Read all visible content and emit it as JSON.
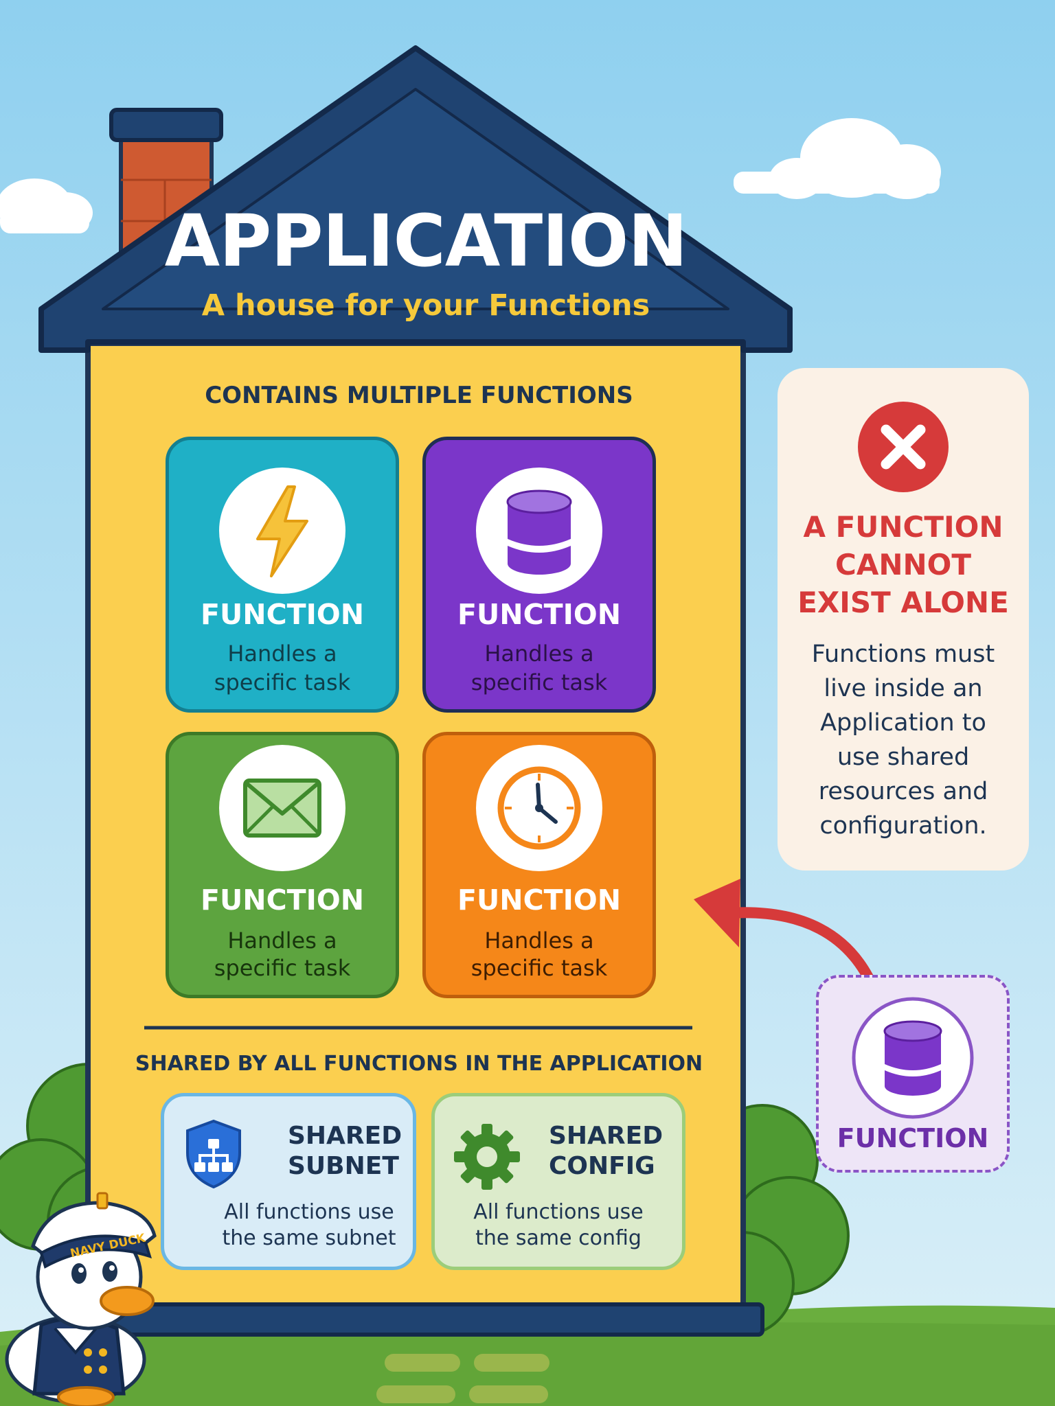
{
  "header": {
    "title": "APPLICATION",
    "subtitle": "A house for your Functions"
  },
  "functions_section": {
    "heading": "CONTAINS MULTIPLE FUNCTIONS",
    "cards": [
      {
        "title": "FUNCTION",
        "desc_line1": "Handles a",
        "desc_line2": "specific task",
        "icon": "lightning-icon",
        "color": "#1fb0c6"
      },
      {
        "title": "FUNCTION",
        "desc_line1": "Handles a",
        "desc_line2": "specific task",
        "icon": "database-icon",
        "color": "#7b36c9"
      },
      {
        "title": "FUNCTION",
        "desc_line1": "Handles a",
        "desc_line2": "specific task",
        "icon": "envelope-icon",
        "color": "#5da43f"
      },
      {
        "title": "FUNCTION",
        "desc_line1": "Handles a",
        "desc_line2": "specific task",
        "icon": "clock-icon",
        "color": "#f58719"
      }
    ]
  },
  "shared_section": {
    "heading": "SHARED BY ALL FUNCTIONS IN THE APPLICATION",
    "subnet": {
      "title_line1": "SHARED",
      "title_line2": "SUBNET",
      "desc_line1": "All functions use",
      "desc_line2": "the same subnet",
      "icon": "shield-network-icon"
    },
    "config": {
      "title_line1": "SHARED",
      "title_line2": "CONFIG",
      "desc_line1": "All functions use",
      "desc_line2": "the same config",
      "icon": "gear-icon"
    }
  },
  "warning": {
    "icon": "error-x-icon",
    "heading_line1": "A FUNCTION",
    "heading_line2": "CANNOT",
    "heading_line3": "EXIST ALONE",
    "body_line1": "Functions must",
    "body_line2": "live inside an",
    "body_line3": "Application to",
    "body_line4": "use shared",
    "body_line5": "resources and",
    "body_line6": "configuration."
  },
  "lonely_function": {
    "label": "FUNCTION",
    "icon": "database-icon"
  },
  "mascot": {
    "hat_text": "NAVY DUCK"
  },
  "colors": {
    "sky": "#a9d9f1",
    "roof": "#1f4371",
    "wall": "#fbcf4f",
    "grass": "#6aae3e",
    "warning_red": "#d63a3a",
    "navy_text": "#1d3452"
  }
}
